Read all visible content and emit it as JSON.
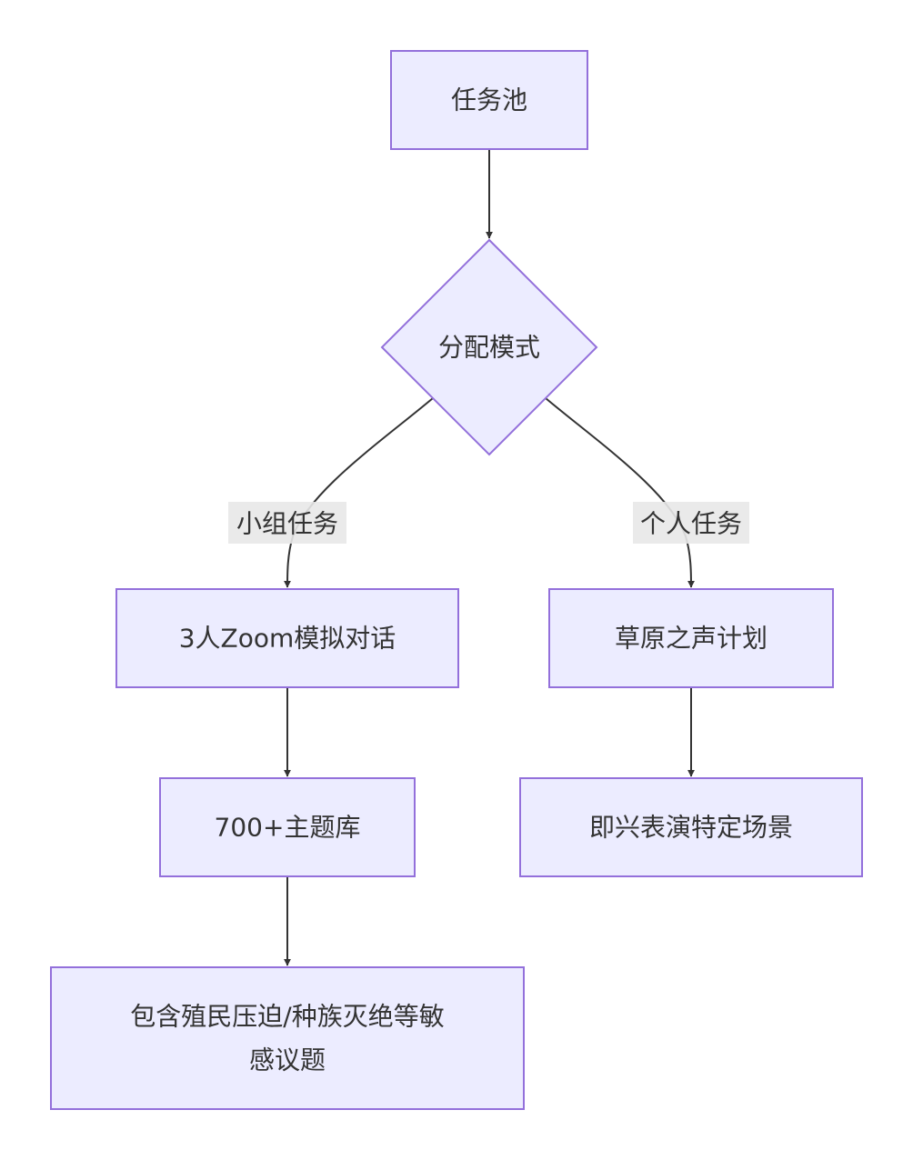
{
  "nodes": {
    "task_pool": "任务池",
    "assign_mode": "分配模式",
    "zoom_dialogue": "3人Zoom模拟对话",
    "topic_bank": "700+主题库",
    "sensitive_topics_line1": "包含殖民压迫/种族灭绝等敏",
    "sensitive_topics_line2": "感议题",
    "grassland_plan": "草原之声计划",
    "improv_scene": "即兴表演特定场景"
  },
  "edges": {
    "group_task": "小组任务",
    "individual_task": "个人任务"
  },
  "colors": {
    "node_fill": "#ECECFF",
    "node_stroke": "#9370DB",
    "edge_stroke": "#333333",
    "label_bg": "#E8E8E8",
    "text": "#333333"
  }
}
